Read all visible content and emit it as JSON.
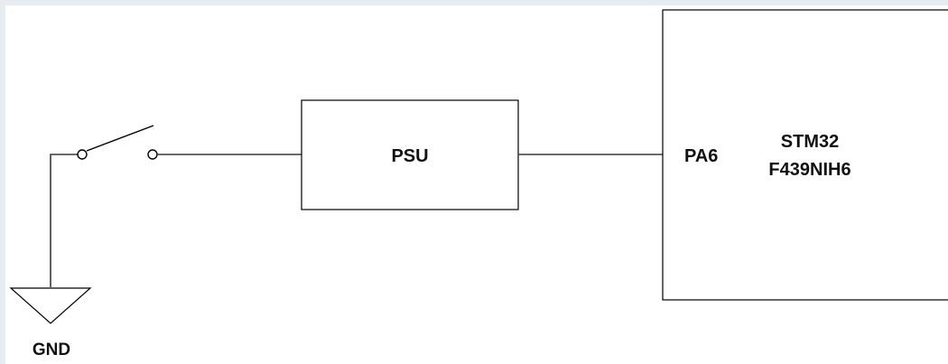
{
  "psu": {
    "label": "PSU"
  },
  "mcu": {
    "pin_label": "PA6",
    "name_line1": "STM32",
    "name_line2": "F439NIH6"
  },
  "ground": {
    "label": "GND"
  },
  "colors": {
    "stroke": "#000000",
    "wire": "#3a3a3a",
    "frame": "#e6ecf2"
  }
}
